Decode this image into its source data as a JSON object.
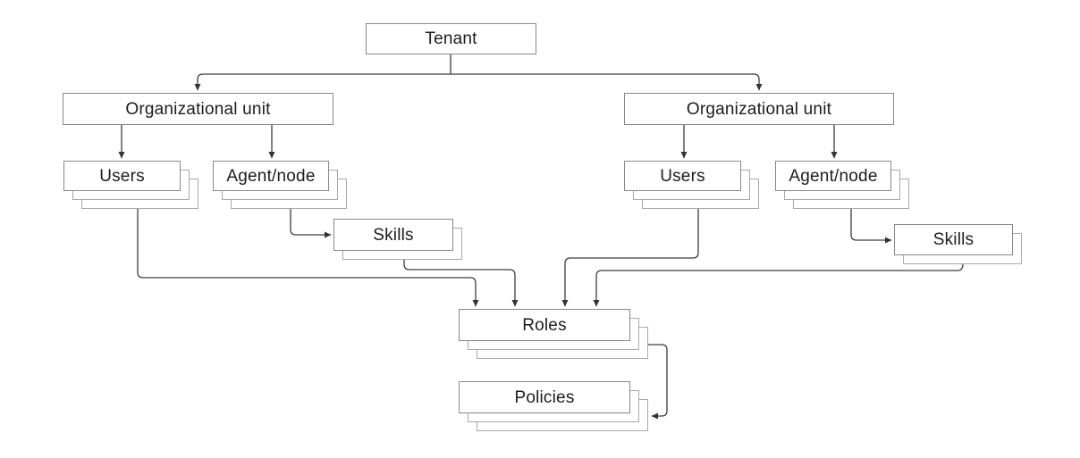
{
  "diagram": {
    "nodes": {
      "tenant": {
        "label": "Tenant"
      },
      "org_unit_left": {
        "label": "Organizational unit"
      },
      "org_unit_right": {
        "label": "Organizational unit"
      },
      "users_left": {
        "label": "Users"
      },
      "agent_node_left": {
        "label": "Agent/node"
      },
      "skills_left": {
        "label": "Skills"
      },
      "users_right": {
        "label": "Users"
      },
      "agent_node_right": {
        "label": "Agent/node"
      },
      "skills_right": {
        "label": "Skills"
      },
      "roles": {
        "label": "Roles"
      },
      "policies": {
        "label": "Policies"
      }
    },
    "edges": [
      {
        "from": "tenant",
        "to": "org_unit_left"
      },
      {
        "from": "tenant",
        "to": "org_unit_right"
      },
      {
        "from": "org_unit_left",
        "to": "users_left"
      },
      {
        "from": "org_unit_left",
        "to": "agent_node_left"
      },
      {
        "from": "agent_node_left",
        "to": "skills_left"
      },
      {
        "from": "users_left",
        "to": "roles"
      },
      {
        "from": "skills_left",
        "to": "roles"
      },
      {
        "from": "org_unit_right",
        "to": "users_right"
      },
      {
        "from": "org_unit_right",
        "to": "agent_node_right"
      },
      {
        "from": "agent_node_right",
        "to": "skills_right"
      },
      {
        "from": "users_right",
        "to": "roles"
      },
      {
        "from": "skills_right",
        "to": "roles"
      },
      {
        "from": "roles",
        "to": "policies"
      }
    ],
    "colors": {
      "background": "#ffffff",
      "box_fill": "#ffffff",
      "box_border": "#898989",
      "stack_border": "#a9a9a9",
      "connector": "#3d3d3d",
      "text": "#1c1c1c"
    }
  }
}
